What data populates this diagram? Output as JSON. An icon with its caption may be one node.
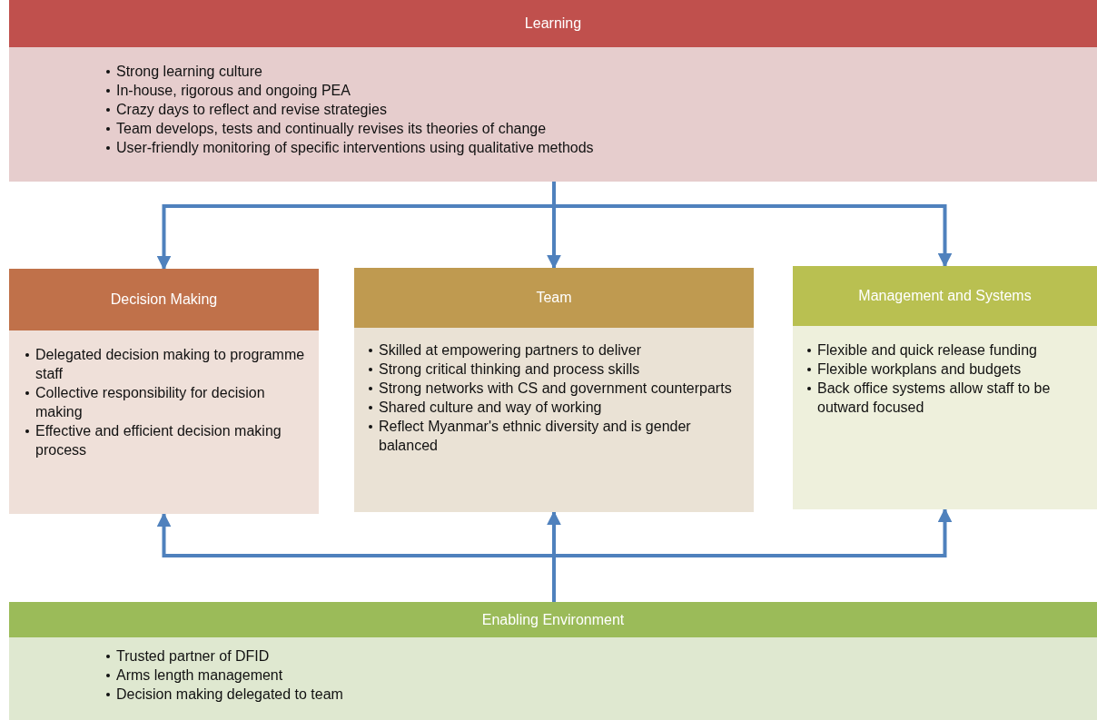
{
  "diagram": {
    "nodes": [
      {
        "text": [
          "Learning",
          "Strong learning culture",
          "In-house, rigorous and ongoing PEA",
          "Crazy days to reflect and revise strategies",
          "Team develops, tests and continually revises its theories of change",
          "User-friendly monitoring of specific interventions using qualitative methods"
        ]
      },
      {
        "text": [
          "Decision Making",
          "Delegated decision making to programme staff",
          "Collective responsibility for decision making",
          "Effective and efficient decision making process"
        ]
      },
      {
        "text": [
          "Team",
          "Skilled at empowering partners to deliver",
          "Strong critical thinking and process skills",
          "Strong networks with CS and government counterparts",
          "Shared culture and way of working",
          "Reflect Myanmar's ethnic diversity and is gender balanced"
        ]
      },
      {
        "text": [
          "Management and Systems",
          "Flexible and quick release funding",
          "Flexible workplans and budgets",
          "Back office systems allow staff to be outward focused"
        ]
      },
      {
        "text": [
          "Enabling Environment",
          "Trusted partner of DFID",
          "Arms length management",
          "Decision making delegated to team"
        ]
      }
    ],
    "edges": [
      {
        "from": 0,
        "to": 1,
        "arrow": "to"
      },
      {
        "from": 0,
        "to": 2,
        "arrow": "to"
      },
      {
        "from": 0,
        "to": 3,
        "arrow": "to"
      },
      {
        "from": 4,
        "to": 1,
        "arrow": "to"
      },
      {
        "from": 4,
        "to": 2,
        "arrow": "to"
      },
      {
        "from": 4,
        "to": 3,
        "arrow": "to"
      }
    ]
  }
}
